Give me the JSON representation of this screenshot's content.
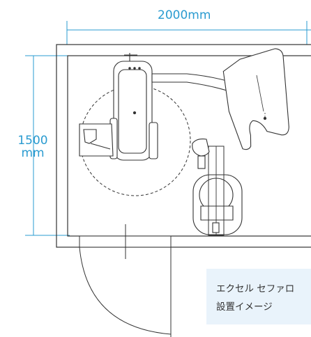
{
  "dimensions": {
    "width_label": "2000",
    "width_unit": "mm",
    "height_label": "1500",
    "height_unit": "mm"
  },
  "caption": {
    "line1": "エクセル セファロ",
    "line2": "設置イメージ"
  },
  "colors": {
    "dimension": "#2a9bd0",
    "drawing": "#333333",
    "caption_bg": "#e9f3fb"
  }
}
